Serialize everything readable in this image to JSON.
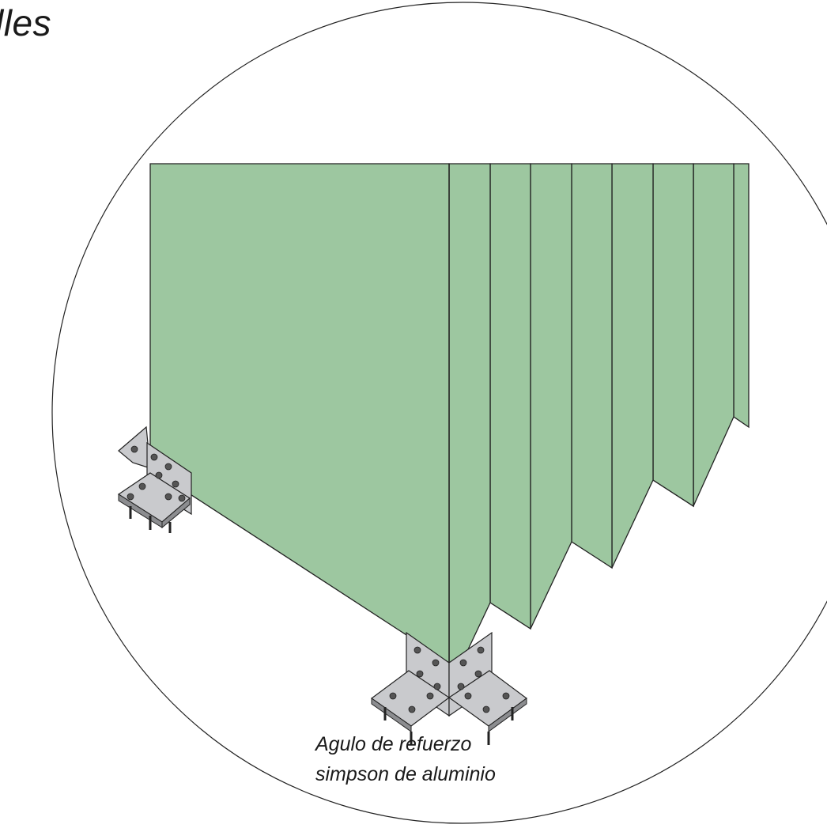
{
  "title": "lles",
  "callout": {
    "line1": "Agulo de refuerzo",
    "line2": "simpson de aluminio"
  },
  "colors": {
    "panel_fill": "#9dc7a0",
    "outline": "#222222",
    "bracket_fill": "#c9cacd",
    "bracket_dark": "#8c8d90",
    "background": "#ffffff"
  },
  "icons": {
    "corner_bracket": "simpson-angle-bracket-icon",
    "screw_hole": "screw-hole-icon",
    "anchor_bolt": "anchor-bolt-icon"
  }
}
